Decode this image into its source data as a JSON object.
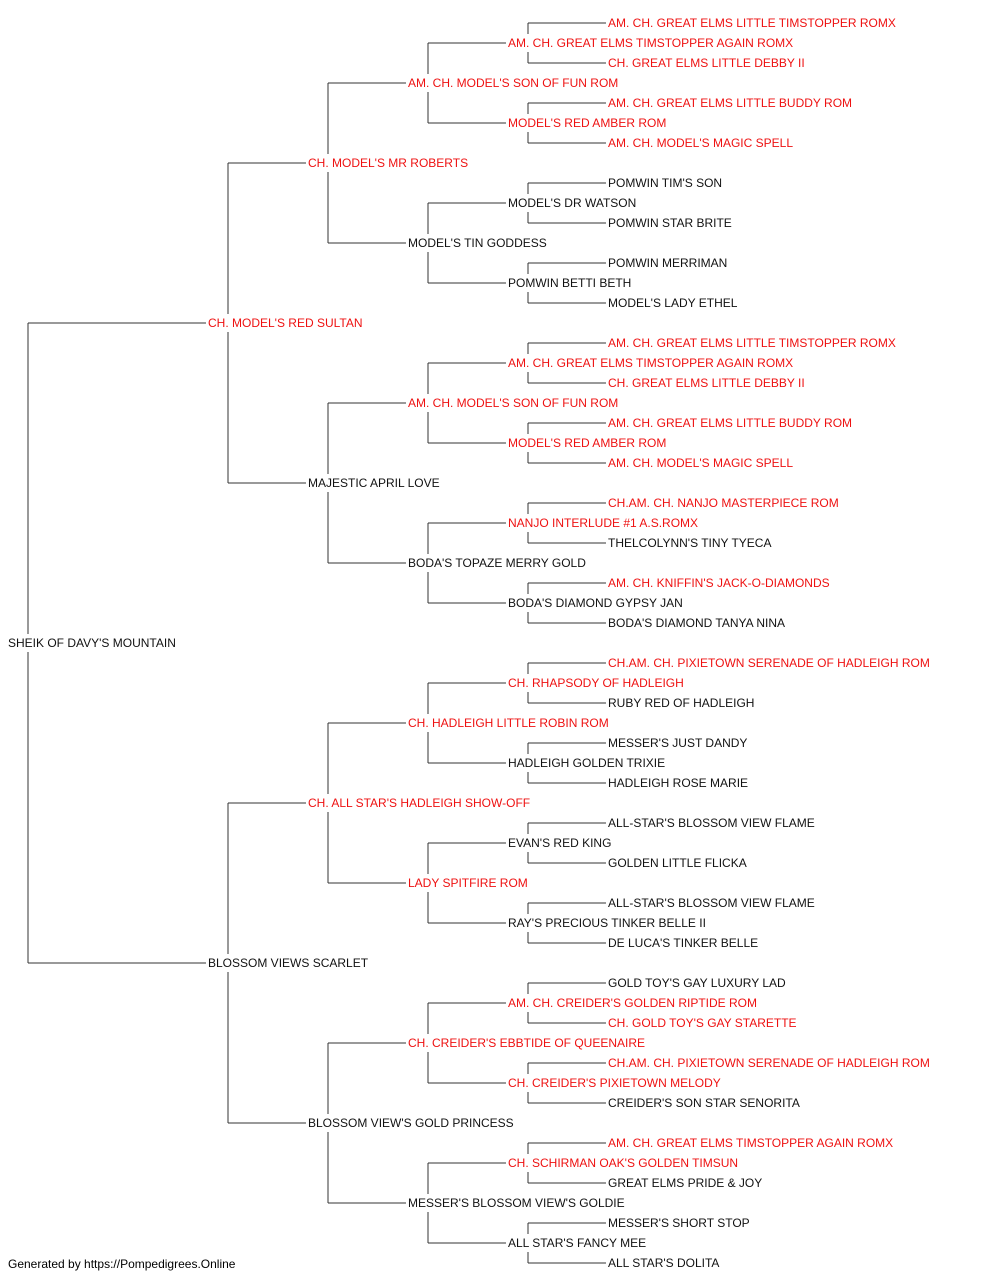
{
  "colors": {
    "champion": "#ee1111",
    "normal": "#111111",
    "line": "#333333"
  },
  "subject": {
    "name": "SHEIK OF DAVY'S MOUNTAIN",
    "champion": false
  },
  "generations": [
    [
      {
        "name": "CH. MODEL'S RED SULTAN",
        "champion": true
      },
      {
        "name": "BLOSSOM VIEWS SCARLET",
        "champion": false
      }
    ],
    [
      {
        "name": "CH. MODEL'S MR ROBERTS",
        "champion": true
      },
      {
        "name": "MAJESTIC APRIL LOVE",
        "champion": false
      },
      {
        "name": "CH. ALL STAR'S HADLEIGH SHOW-OFF",
        "champion": true
      },
      {
        "name": "BLOSSOM VIEW'S GOLD PRINCESS",
        "champion": false
      }
    ],
    [
      {
        "name": "AM. CH. MODEL'S SON OF FUN ROM",
        "champion": true
      },
      {
        "name": "MODEL'S TIN GODDESS",
        "champion": false
      },
      {
        "name": "AM. CH. MODEL'S SON OF FUN ROM",
        "champion": true
      },
      {
        "name": "BODA'S TOPAZE MERRY GOLD",
        "champion": false
      },
      {
        "name": "CH. HADLEIGH LITTLE ROBIN ROM",
        "champion": true
      },
      {
        "name": "LADY SPITFIRE ROM",
        "champion": true
      },
      {
        "name": "CH. CREIDER'S EBBTIDE OF QUEENAIRE",
        "champion": true
      },
      {
        "name": "MESSER'S BLOSSOM VIEW'S GOLDIE",
        "champion": false
      }
    ],
    [
      {
        "name": "AM. CH. GREAT ELMS TIMSTOPPER AGAIN ROMX",
        "champion": true
      },
      {
        "name": "MODEL'S RED AMBER ROM",
        "champion": true
      },
      {
        "name": "MODEL'S DR WATSON",
        "champion": false
      },
      {
        "name": "POMWIN BETTI BETH",
        "champion": false
      },
      {
        "name": "AM. CH. GREAT ELMS TIMSTOPPER AGAIN ROMX",
        "champion": true
      },
      {
        "name": "MODEL'S RED AMBER ROM",
        "champion": true
      },
      {
        "name": "NANJO INTERLUDE #1 A.S.ROMX",
        "champion": true
      },
      {
        "name": "BODA'S DIAMOND GYPSY JAN",
        "champion": false
      },
      {
        "name": "CH. RHAPSODY OF HADLEIGH",
        "champion": true
      },
      {
        "name": "HADLEIGH GOLDEN TRIXIE",
        "champion": false
      },
      {
        "name": "EVAN'S RED KING",
        "champion": false
      },
      {
        "name": "RAY'S PRECIOUS TINKER BELLE II",
        "champion": false
      },
      {
        "name": "AM. CH. CREIDER'S GOLDEN RIPTIDE ROM",
        "champion": true
      },
      {
        "name": "CH. CREIDER'S PIXIETOWN MELODY",
        "champion": true
      },
      {
        "name": "CH. SCHIRMAN OAK'S GOLDEN TIMSUN",
        "champion": true
      },
      {
        "name": "ALL STAR'S FANCY MEE",
        "champion": false
      }
    ],
    [
      {
        "name": "AM. CH. GREAT ELMS LITTLE TIMSTOPPER ROMX",
        "champion": true
      },
      {
        "name": "CH. GREAT ELMS LITTLE DEBBY II",
        "champion": true
      },
      {
        "name": "AM. CH. GREAT ELMS LITTLE BUDDY ROM",
        "champion": true
      },
      {
        "name": "AM. CH. MODEL'S MAGIC SPELL",
        "champion": true
      },
      {
        "name": "POMWIN TIM'S SON",
        "champion": false
      },
      {
        "name": "POMWIN STAR BRITE",
        "champion": false
      },
      {
        "name": "POMWIN MERRIMAN",
        "champion": false
      },
      {
        "name": "MODEL'S LADY ETHEL",
        "champion": false
      },
      {
        "name": "AM. CH. GREAT ELMS LITTLE TIMSTOPPER ROMX",
        "champion": true
      },
      {
        "name": "CH. GREAT ELMS LITTLE DEBBY II",
        "champion": true
      },
      {
        "name": "AM. CH. GREAT ELMS LITTLE BUDDY ROM",
        "champion": true
      },
      {
        "name": "AM. CH. MODEL'S MAGIC SPELL",
        "champion": true
      },
      {
        "name": "CH.AM. CH. NANJO MASTERPIECE ROM",
        "champion": true
      },
      {
        "name": "THELCOLYNN'S TINY TYECA",
        "champion": false
      },
      {
        "name": "AM. CH. KNIFFIN'S JACK-O-DIAMONDS",
        "champion": true
      },
      {
        "name": "BODA'S DIAMOND TANYA NINA",
        "champion": false
      },
      {
        "name": "CH.AM. CH. PIXIETOWN SERENADE OF HADLEIGH ROM",
        "champion": true
      },
      {
        "name": "RUBY RED OF HADLEIGH",
        "champion": false
      },
      {
        "name": "MESSER'S JUST DANDY",
        "champion": false
      },
      {
        "name": "HADLEIGH ROSE MARIE",
        "champion": false
      },
      {
        "name": "ALL-STAR'S BLOSSOM VIEW FLAME",
        "champion": false
      },
      {
        "name": "GOLDEN LITTLE FLICKA",
        "champion": false
      },
      {
        "name": "ALL-STAR'S BLOSSOM VIEW FLAME",
        "champion": false
      },
      {
        "name": "DE LUCA'S TINKER BELLE",
        "champion": false
      },
      {
        "name": "GOLD TOY'S GAY LUXURY LAD",
        "champion": false
      },
      {
        "name": "CH. GOLD TOY'S GAY STARETTE",
        "champion": true
      },
      {
        "name": "CH.AM. CH. PIXIETOWN SERENADE OF HADLEIGH ROM",
        "champion": true
      },
      {
        "name": "CREIDER'S SON STAR SENORITA",
        "champion": false
      },
      {
        "name": "AM. CH. GREAT ELMS TIMSTOPPER AGAIN ROMX",
        "champion": true
      },
      {
        "name": "GREAT ELMS PRIDE & JOY",
        "champion": false
      },
      {
        "name": "MESSER'S SHORT STOP",
        "champion": false
      },
      {
        "name": "ALL STAR'S DOLITA",
        "champion": false
      }
    ]
  ],
  "footer": "Generated by https://Pompedigrees.Online"
}
